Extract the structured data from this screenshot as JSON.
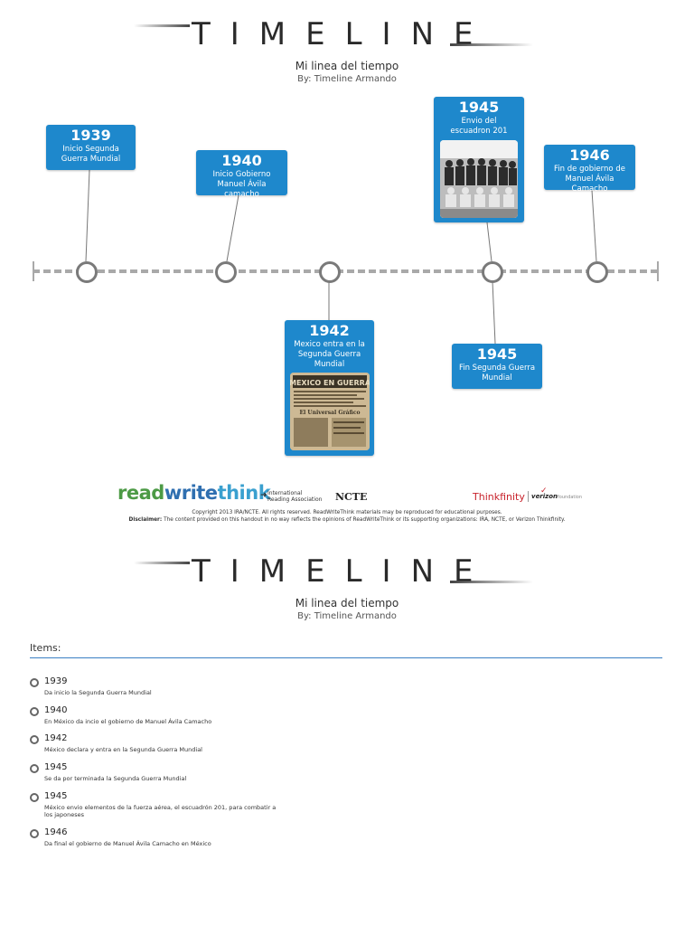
{
  "header": {
    "title": "TIMELINE",
    "subtitle": "Mi linea del tiempo",
    "byline": "By: Timeline Armando"
  },
  "events": [
    {
      "year": "1939",
      "desc": "Inicio Segunda Guerra Mundial"
    },
    {
      "year": "1940",
      "desc": "Inicio Gobierno Manuel Ávila camacho"
    },
    {
      "year": "1942",
      "desc": "Mexico entra en la Segunda Guerra Mundial"
    },
    {
      "year": "1945",
      "desc": "Envio del escuadron 201"
    },
    {
      "year": "1945",
      "desc": "Fin Segunda Guerra Mundial"
    },
    {
      "year": "1946",
      "desc": "Fin de gobierno de Manuel Ávila Camacho"
    }
  ],
  "photo_newspaper": {
    "headline": "¡MEXICO EN GUERRA!",
    "masthead": "El Universal Gráfico"
  },
  "footer": {
    "logo_read": "read",
    "logo_write": "write",
    "logo_think": "think",
    "ira_line1": "International",
    "ira_line2": "Reading Association",
    "ncte": "NCTE",
    "thinkfinity": "Thinkfinity",
    "verizon": "verizon",
    "verizon_foundation": "foundation",
    "copyright": "Copyright 2013 IRA/NCTE. All rights reserved. ReadWriteThink materials may be reproduced for educational purposes.",
    "disclaimer_label": "Disclaimer:",
    "disclaimer_text": "The content provided on this handout in no way reflects the opinions of ReadWriteThink or its supporting organizations: IRA, NCTE, or Verizon Thinkfinity."
  },
  "items": {
    "title": "Items:",
    "list": [
      {
        "year": "1939",
        "desc": "Da inicio la Segunda Guerra Mundial"
      },
      {
        "year": "1940",
        "desc": "En México da incio el gobierno de Manuel Ávila Camacho"
      },
      {
        "year": "1942",
        "desc": "México declara y entra en la Segunda Guerra Mundial"
      },
      {
        "year": "1945",
        "desc": "Se da por terminada la Segunda Guerra Mundial"
      },
      {
        "year": "1945",
        "desc": "México envio elementos de la fuerza aérea, el escuadrón 201, para combatir a los japoneses"
      },
      {
        "year": "1946",
        "desc": "Da final el gobierno de Manuel Ávila Camacho en México"
      }
    ]
  }
}
